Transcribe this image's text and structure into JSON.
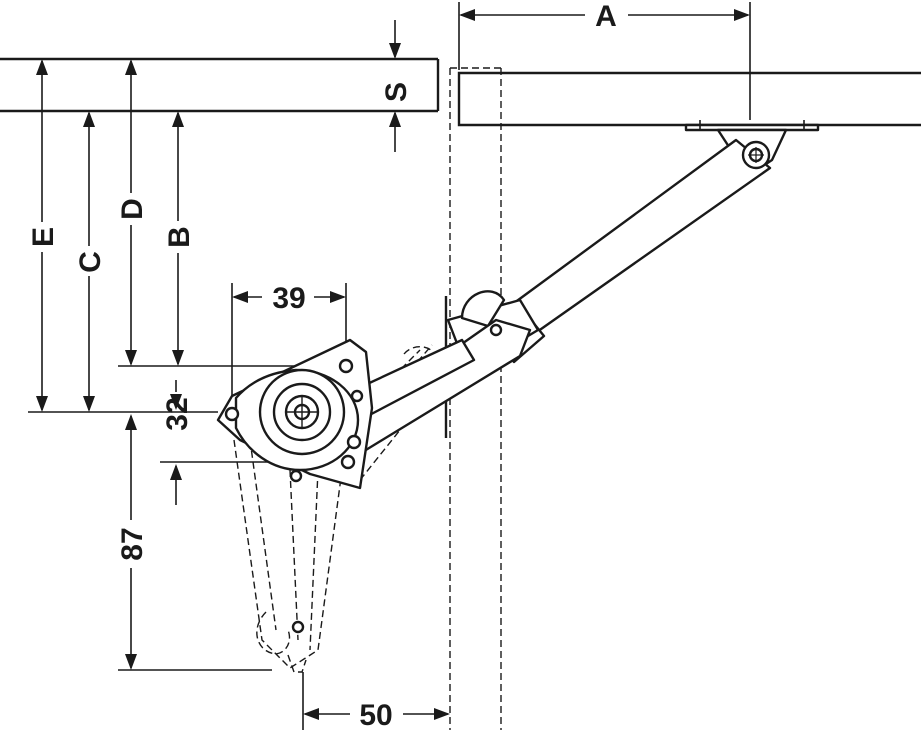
{
  "drawing": {
    "dimensions": {
      "a": "A",
      "b": "B",
      "c": "C",
      "d": "D",
      "e": "E",
      "s": "S",
      "d39": "39",
      "d32": "32",
      "d87": "87",
      "d50": "50"
    },
    "colors": {
      "line": "#1a1a1a",
      "background": "#ffffff"
    },
    "icons": [
      "lift-stay-mechanism",
      "gas-strut-arm",
      "mounting-bracket",
      "pivot-hub"
    ]
  }
}
